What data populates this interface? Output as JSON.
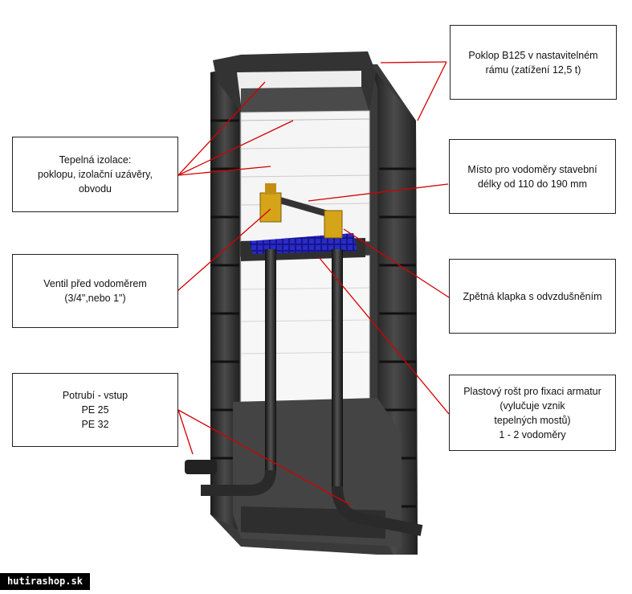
{
  "callouts": {
    "poklop": {
      "lines": [
        "Poklop B125 v nastavitelném",
        "rámu (zatížení 12,5 t)"
      ]
    },
    "izolace": {
      "lines": [
        "Tepelná izolace:",
        "poklopu,  izolační uzávěry,",
        "obvodu"
      ]
    },
    "misto": {
      "lines": [
        "Místo pro vodoměry stavební",
        "délky od 110  do 190  mm"
      ]
    },
    "ventil": {
      "lines": [
        "Ventil před vodoměrem",
        "(3/4\",nebo 1\")"
      ]
    },
    "klapka": {
      "lines": [
        "Zpětná klapka s odvzdušněním"
      ]
    },
    "potrubi": {
      "lines": [
        "Potrubí - vstup",
        "PE 25",
        "PE 32"
      ]
    },
    "rost": {
      "lines": [
        "Plastový rošt pro fixaci armatur",
        "(vylučuje vznik",
        "tepelných mostů)",
        "1 - 2 vodoměry"
      ]
    }
  },
  "watermark": "hutirashop.sk",
  "colors": {
    "arrow": "#d40000",
    "shell": "#2b2b2b",
    "insulation": "#f4f4f4",
    "grid": "#1a1a9e",
    "valve": "#d6a418"
  }
}
